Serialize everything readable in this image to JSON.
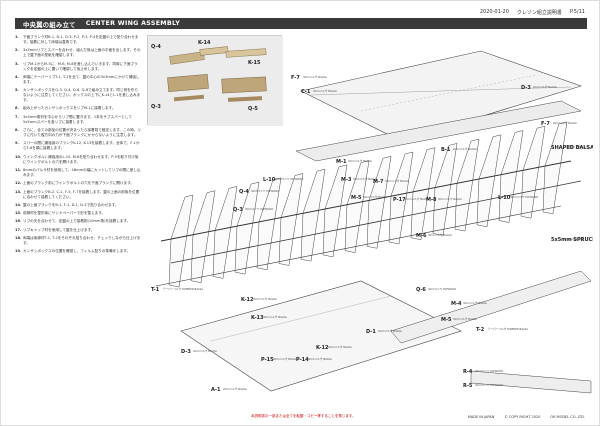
{
  "header": {
    "date": "2020-01-20",
    "doc_title": "クレソン組立説明書",
    "page_no": "P.5/11"
  },
  "section": {
    "title_jp": "中央翼の組み立て",
    "title_en": "CENTER WING ASSEMBLY"
  },
  "steps": [
    {
      "n": "1.",
      "text": "下面プランク材B-1, D-1, D-3, P-2, P-3, P-4を定盤の上で貼り合わせます。接着に対して両端は直角です。"
    },
    {
      "n": "2.",
      "text": "3x3mmリブとスパーを合わせ、組んだ後は上面の平面を出します。その上で翼下面の型紙を確認します。"
    },
    {
      "n": "3.",
      "text": "リブM-1からM-5に、M-6, M-8を差し込んでいきます。同時に下面プランクを定盤の上に置いて確認して仮止めします。"
    },
    {
      "n": "4.",
      "text": "両端にテーパーリブT-1, T-2を全て、翼の中心の3x3mmにかけて補強します。"
    },
    {
      "n": "5.",
      "text": "カンザシボックスをQ-3, Q-4, Q-6, Q-8で組み立てます。同じ例を作らないように注意してください。ボックスの上下にK-14とL-1を差し込みます。"
    },
    {
      "n": "6.",
      "text": "組み上がったカンザシボックスをリブM-1に接着します。"
    },
    {
      "n": "7.",
      "text": "3x3mm角材を中心からリブ間に置きます。1本をサブスパーとして5x5mmスパーを各リブに接着します。"
    },
    {
      "n": "8.",
      "text": "さらに、全ての部品の位置が決まったら接着剤で固定します。この時、リブに付いた縦方向の力が下面プランクにかからないように注意します。"
    },
    {
      "n": "9.",
      "text": "スパーの間に補強用のプランクK-12, K-13を接着します。全体で、F-1からF-6を順に接着します。"
    },
    {
      "n": "10.",
      "text": "ウイングボルト補強用のL-10, M-6を貼り合わせます。P-5を取り付け後にウイングボルトの穴を開けます。"
    },
    {
      "n": "11.",
      "text": "8mmのバルサ材を使用して、48mmの幅にカットしてリブの間に差し込みます。"
    },
    {
      "n": "12.",
      "text": "上面のプランク前にウイングボルトの穴を下面プランクに開けます。"
    },
    {
      "n": "13.",
      "text": "上面のプランクB-2, C-1, F-5, F-7を接着します。翼の上面の前後を位置に合わせて接着してください。"
    },
    {
      "n": "14.",
      "text": "翼の上面プランクをB-1, F-1, D-1, D-3で貼り合わせます。"
    },
    {
      "n": "15.",
      "text": "前縁材を整形後にサンドペーパーで形を整えます。"
    },
    {
      "n": "16.",
      "text": "リブの天を合わせて、定盤の上で接着剤(10mm角)を接着します。"
    },
    {
      "n": "17.",
      "text": "リブキャップ材を使用して翼を仕上げます。"
    },
    {
      "n": "18.",
      "text": "両端は後縁材T-1, T-2をそれぞれ貼り合わせ、チェックしながら仕上げます。"
    },
    {
      "n": "19.",
      "text": "カンザシボックスの位置を確認し、フィルム貼りの準備をします。"
    }
  ],
  "photo_labels": [
    {
      "code": "Q-4",
      "spec": "3mmベニヤ PLYWOOD"
    },
    {
      "code": "K-14",
      "spec": "5mmバルサ BALSA"
    },
    {
      "code": "K-15",
      "spec": "5mmバルサ BALSA"
    },
    {
      "code": "Q-3",
      "spec": "3mmベニヤ PLYWOOD"
    },
    {
      "code": "Q-5",
      "spec": "3mmベニヤ PLYWOOD"
    }
  ],
  "part_labels": [
    {
      "code": "F-7",
      "spec": "3mmバルサ BALSA"
    },
    {
      "code": "C-1",
      "spec": "3mmバルサ BALSA"
    },
    {
      "code": "D-3",
      "spec": "2mmバルサ BALSA"
    },
    {
      "code": "F-7",
      "spec": "2mmバルサ BALSA"
    },
    {
      "code": "B-1",
      "spec": "2mmバルサ BALSA"
    },
    {
      "code": "M-1",
      "spec": "2mmバルサ BALSA"
    },
    {
      "code": "M-3",
      "spec": "3mmバルサ BALSA"
    },
    {
      "code": "M-7",
      "spec": "3mmバルサ BALSA"
    },
    {
      "code": "M-5",
      "spec": "3mmバルサ BALSA"
    },
    {
      "code": "L-10",
      "spec": "3mmベニヤ PLYWOOD"
    },
    {
      "code": "Q-4",
      "spec": "3mmベニヤ PLYWOOD"
    },
    {
      "code": "Q-3",
      "spec": "3mmベニヤ PLYWOOD"
    },
    {
      "code": "P-17",
      "spec": "3mmバルサ BALSA"
    },
    {
      "code": "M-8",
      "spec": "3mmバルサ BALSA"
    },
    {
      "code": "M-6",
      "spec": "3mmバルサ BALSA"
    },
    {
      "code": "L-10",
      "spec": "3mmベニヤ PLYWOOD"
    },
    {
      "code": "T-1",
      "spec": "テーパーバルサ TAPERED BALSA"
    },
    {
      "code": "K-12",
      "spec": "3mmバルサ BALSA"
    },
    {
      "code": "K-13",
      "spec": "3mmバルサ BALSA"
    },
    {
      "code": "D-3",
      "spec": "2mmバルサ BALSA"
    },
    {
      "code": "P-15",
      "spec": "3mmバルサ BALSA"
    },
    {
      "code": "K-12",
      "spec": "3mmバルサ BALSA"
    },
    {
      "code": "P-14",
      "spec": "3mmバルサ BALSA"
    },
    {
      "code": "M-5",
      "spec": "3mmバルサ BALSA"
    },
    {
      "code": "M-4",
      "spec": "3mmバルサ BALSA"
    },
    {
      "code": "Q-6",
      "spec": "3mmベニヤ PLYWOOD"
    },
    {
      "code": "D-1",
      "spec": "2mmバルサ BALSA"
    },
    {
      "code": "T-2",
      "spec": "テーパーバルサ TAPERED BALSA"
    },
    {
      "code": "A-1",
      "spec": "2mmバルサ BALSA"
    },
    {
      "code": "R-4",
      "spec": "3mmベニヤ PLYWOOD"
    },
    {
      "code": "R-5",
      "spec": "3mmベニヤ PLYWOOD"
    },
    {
      "code": "5x5mm SPRUCE",
      "spec": "5x5mm角 ひのき"
    },
    {
      "code": "SHAPED BALSA",
      "spec": "5x10mm 三角バルサ"
    }
  ],
  "footer": {
    "notice": "本説明書の一部または全てを転載・コピー等することを禁じます。",
    "made_in": "MADE IN JAPAN",
    "copyright": "© COPY RIGHT 2020",
    "company": "OK MODEL CO.,LTD."
  }
}
